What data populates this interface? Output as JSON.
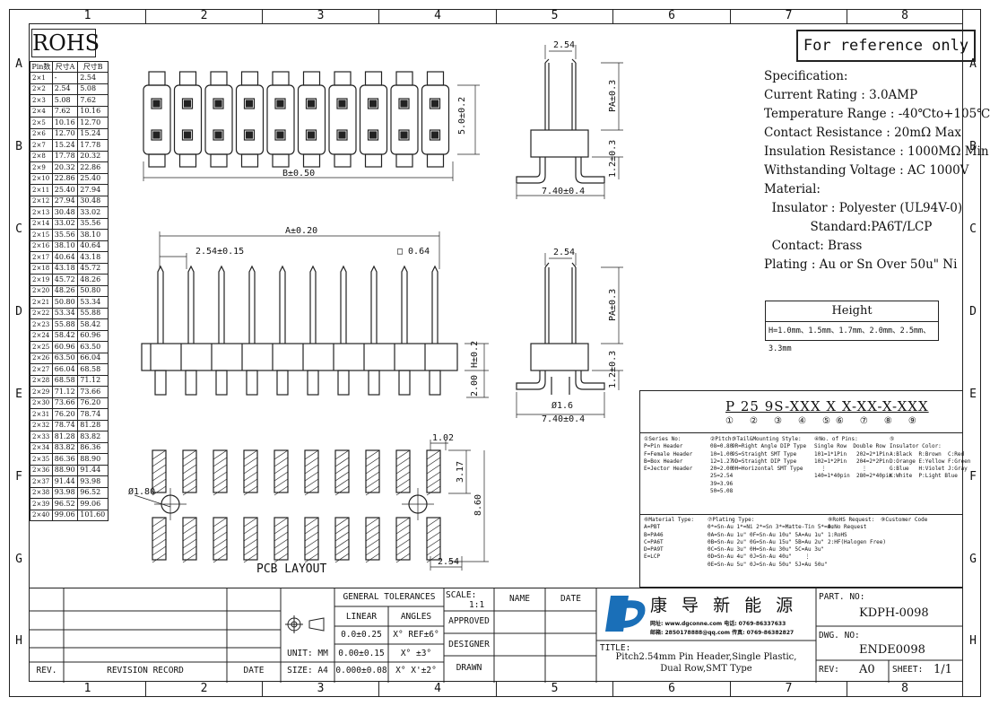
{
  "grid": {
    "cols": [
      "1",
      "2",
      "3",
      "4",
      "5",
      "6",
      "7",
      "8"
    ],
    "rows": [
      "A",
      "B",
      "C",
      "D",
      "E",
      "F",
      "G",
      "H"
    ]
  },
  "rohs": "ROHS",
  "reference": "For reference only",
  "pin_table": {
    "headers": [
      "Pin数",
      "尺寸A",
      "尺寸B"
    ],
    "rows": [
      [
        "2×1",
        "-",
        "2.54"
      ],
      [
        "2×2",
        "2.54",
        "5.08"
      ],
      [
        "2×3",
        "5.08",
        "7.62"
      ],
      [
        "2×4",
        "7.62",
        "10.16"
      ],
      [
        "2×5",
        "10.16",
        "12.70"
      ],
      [
        "2×6",
        "12.70",
        "15.24"
      ],
      [
        "2×7",
        "15.24",
        "17.78"
      ],
      [
        "2×8",
        "17.78",
        "20.32"
      ],
      [
        "2×9",
        "20.32",
        "22.86"
      ],
      [
        "2×10",
        "22.86",
        "25.40"
      ],
      [
        "2×11",
        "25.40",
        "27.94"
      ],
      [
        "2×12",
        "27.94",
        "30.48"
      ],
      [
        "2×13",
        "30.48",
        "33.02"
      ],
      [
        "2×14",
        "33.02",
        "35.56"
      ],
      [
        "2×15",
        "35.56",
        "38.10"
      ],
      [
        "2×16",
        "38.10",
        "40.64"
      ],
      [
        "2×17",
        "40.64",
        "43.18"
      ],
      [
        "2×18",
        "43.18",
        "45.72"
      ],
      [
        "2×19",
        "45.72",
        "48.26"
      ],
      [
        "2×20",
        "48.26",
        "50.80"
      ],
      [
        "2×21",
        "50.80",
        "53.34"
      ],
      [
        "2×22",
        "53.34",
        "55.88"
      ],
      [
        "2×23",
        "55.88",
        "58.42"
      ],
      [
        "2×24",
        "58.42",
        "60.96"
      ],
      [
        "2×25",
        "60.96",
        "63.50"
      ],
      [
        "2×26",
        "63.50",
        "66.04"
      ],
      [
        "2×27",
        "66.04",
        "68.58"
      ],
      [
        "2×28",
        "68.58",
        "71.12"
      ],
      [
        "2×29",
        "71.12",
        "73.66"
      ],
      [
        "2×30",
        "73.66",
        "76.20"
      ],
      [
        "2×31",
        "76.20",
        "78.74"
      ],
      [
        "2×32",
        "78.74",
        "81.28"
      ],
      [
        "2×33",
        "81.28",
        "83.82"
      ],
      [
        "2×34",
        "83.82",
        "86.36"
      ],
      [
        "2×35",
        "86.36",
        "88.90"
      ],
      [
        "2×36",
        "88.90",
        "91.44"
      ],
      [
        "2×37",
        "91.44",
        "93.98"
      ],
      [
        "2×38",
        "93.98",
        "96.52"
      ],
      [
        "2×39",
        "96.52",
        "99.06"
      ],
      [
        "2×40",
        "99.06",
        "101.60"
      ]
    ]
  },
  "dims": {
    "top_width": "B±0.50",
    "top_height": "5.0±0.2",
    "pitch": "2.54",
    "pa1": "PA±0.3",
    "h12a": "1.2±0.3",
    "side_w1": "7.40±0.4",
    "front_a": "A±0.20",
    "front_pitch": "2.54±0.15",
    "front_sq": "□ 0.64",
    "front_h": "H±0.2",
    "front_200": "2.00",
    "side2_pitch": "2.54",
    "pa2": "PA±0.3",
    "h12b": "1.2±0.3",
    "dia16": "Ø1.6",
    "side_w2": "7.40±0.4",
    "pcb_102": "1.02",
    "pcb_317": "3.17",
    "pcb_860": "8.60",
    "pcb_180": "Ø1.80",
    "pcb_254": "2.54",
    "pcb_label": "PCB LAYOUT"
  },
  "spec": {
    "lines": [
      "Specification:",
      "Current Rating : 3.0AMP",
      "Temperature Range : -40℃to+105℃",
      "Contact Resistance : 20mΩ Max",
      "Insulation Resistance : 1000MΩ Min",
      "Withstanding Voltage : AC 1000V",
      "Material:",
      "  Insulator : Polyester (UL94V-0)",
      "            Standard:PA6T/LCP",
      "  Contact: Brass",
      "Plating : Au or Sn Over 50u\" Ni"
    ]
  },
  "height_box": {
    "title": "Height",
    "values": "H=1.0mm、1.5mm、1.7mm、2.0mm、2.5mm、3.3mm"
  },
  "part_code": {
    "code": "P 25 9S-XXX X X-XX-X-XXX",
    "markers": [
      "①",
      "②",
      "③",
      "④",
      "⑤⑥",
      "⑦",
      "⑧",
      "⑨"
    ],
    "series": [
      "①Series No:",
      "P=Pin Header",
      "F=Female Header",
      "B=Box Header",
      "E=Jector Header"
    ],
    "pitch": [
      "②Pitch:",
      "08=0.80",
      "10=1.00",
      "12=1.27",
      "20=2.00",
      "25=2.54",
      "39=3.96",
      "50=5.08"
    ],
    "tail": [
      "③Tail&Mounting Style:",
      "9R=Right Angle DIP Type",
      "9S=Straight SMT Type",
      "9D=Straight DIP Type",
      "0H=Horizontal SMT Type"
    ],
    "pins": [
      "④No. of Pins:",
      "Single Row  Double Row",
      "101=1*1Pin   202=2*1Pin",
      "102=1*2Pin   204=2*2Pin",
      "  ⋮           ⋮",
      "140=1*40pin  280=2*40pin"
    ],
    "insulator": [
      "⑤",
      "Insulator Color:",
      "A:Black  R:Brown  C:Red",
      "D:Orange E:Yellow F:Green",
      "G:Blue   H:Violet J:Gray",
      "K:White  P:Light Blue"
    ],
    "material": [
      "⑥Material Type:",
      "A=PBT",
      "B=PA46",
      "C=PA6T",
      "D=PA9T",
      "E=LCP"
    ],
    "plating": [
      "⑦Plating Type:",
      "0*=Sn-Au 1*=Ni 2*=Sn 3*=Matte-Tin 5*=Au",
      "0A=Sn-Au 1u\" 0F=Sn-Au 10u\" 5A=Au 1u\"",
      "0B=Sn-Au 2u\" 0G=Sn-Au 15u\" 5B=Au 2u\"",
      "0C=Sn-Au 3u\" 0H=Sn-Au 30u\" 5C=Au 3u\"",
      "0D=Sn-Au 4u\" 0J=Sn-Au 40u\"    ⋮",
      "0E=Sn-Au 5u\" 0J=Sn-Au 50u\" 5J=Au 50u\""
    ],
    "rohs": [
      "⑧RoHS Request:",
      "0:No Request",
      "1:RoHS",
      "2:HF(Halogen Free)"
    ],
    "customer": [
      "⑨Customer Code"
    ]
  },
  "title_block": {
    "rev_label": "REV.",
    "revision_record": "REVISION RECORD",
    "date": "DATE",
    "general_tol": "GENERAL TOLERANCES",
    "linear": "LINEAR",
    "angles": "ANGLES",
    "lin1": "0.0±0.25",
    "lin2": "0.00±0.15",
    "lin3": "0.000±0.08",
    "ang1": "X° REF±6°",
    "ang2": "X° ±3°",
    "ang3": "X° X'±2°",
    "unit": "UNIT: MM",
    "size": "SIZE: A4",
    "scale_label": "SCALE:",
    "scale_value": "1:1",
    "name": "NAME",
    "date2": "DATE",
    "approved": "APPROVED",
    "designer": "DESIGNER",
    "drawn": "DRAWN",
    "company_cn": "康 导 新 能 源",
    "company_line1": "网址: www.dgconne.com  电话: 0769-86337633",
    "company_line2": "邮箱: 2850178888@qq.com 传真: 0769-86382827",
    "title_label": "TITLE:",
    "title_text1": "Pitch2.54mm Pin Header,Single Plastic,",
    "title_text2": "Dual Row,SMT Type",
    "partno_label": "PART. NO:",
    "partno": "KDPH-0098",
    "dwgno_label": "DWG. NO:",
    "dwgno": "ENDE0098",
    "rev2_label": "REV:",
    "rev_value": "A0",
    "sheet_label": "SHEET:",
    "sheet_value": "1/1"
  }
}
